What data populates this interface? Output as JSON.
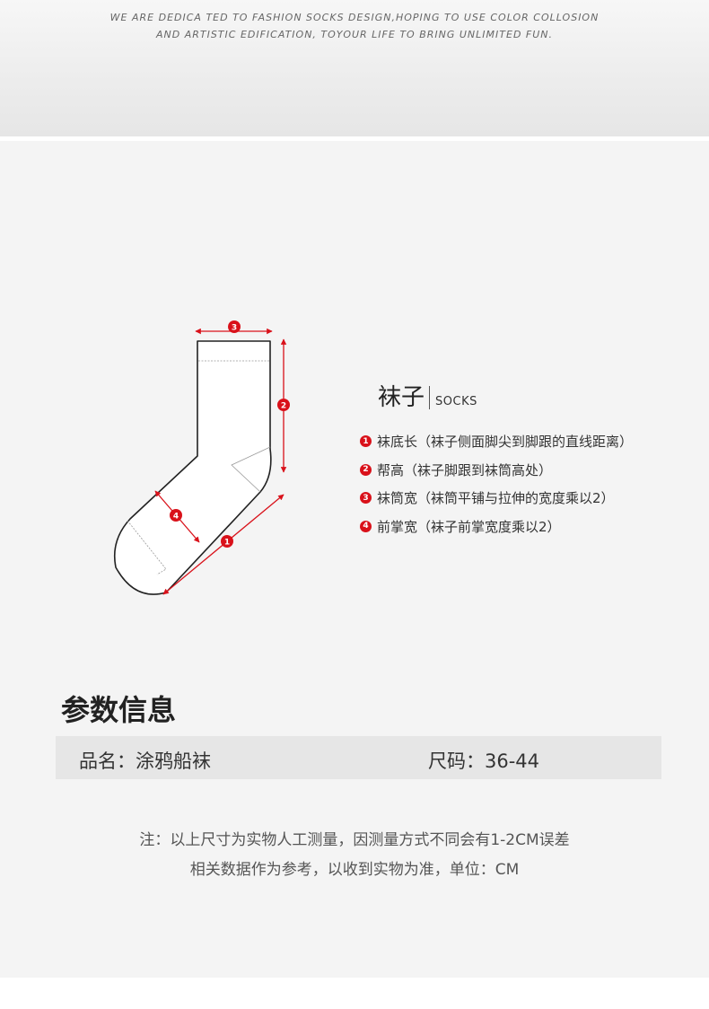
{
  "banner": {
    "line1": "WE ARE DEDICA TED TO FASHION SOCKS DESIGN,HOPING TO USE COLOR COLLOSION",
    "line2": "AND ARTISTIC EDIFICATION, TOYOUR LIFE TO BRING UNLIMITED FUN."
  },
  "diagram": {
    "markers": [
      "1",
      "2",
      "3",
      "4"
    ],
    "accent_color": "#d9111a"
  },
  "sock": {
    "title_cn": "袜子",
    "title_en": "SOCKS",
    "specs": [
      {
        "num": "1",
        "text": "袜底长（袜子侧面脚尖到脚跟的直线距离）"
      },
      {
        "num": "2",
        "text": "帮高（袜子脚跟到袜筒高处）"
      },
      {
        "num": "3",
        "text": "袜筒宽（袜筒平铺与拉伸的宽度乘以2）"
      },
      {
        "num": "4",
        "text": "前掌宽（袜子前掌宽度乘以2）"
      }
    ]
  },
  "params": {
    "heading": "参数信息",
    "name": "品名：涂鸦船袜",
    "size": "尺码：36-44"
  },
  "note": {
    "line1": "注：以上尺寸为实物人工测量，因测量方式不同会有1-2CM误差",
    "line2": "相关数据作为参考，以收到实物为准，单位：CM"
  }
}
